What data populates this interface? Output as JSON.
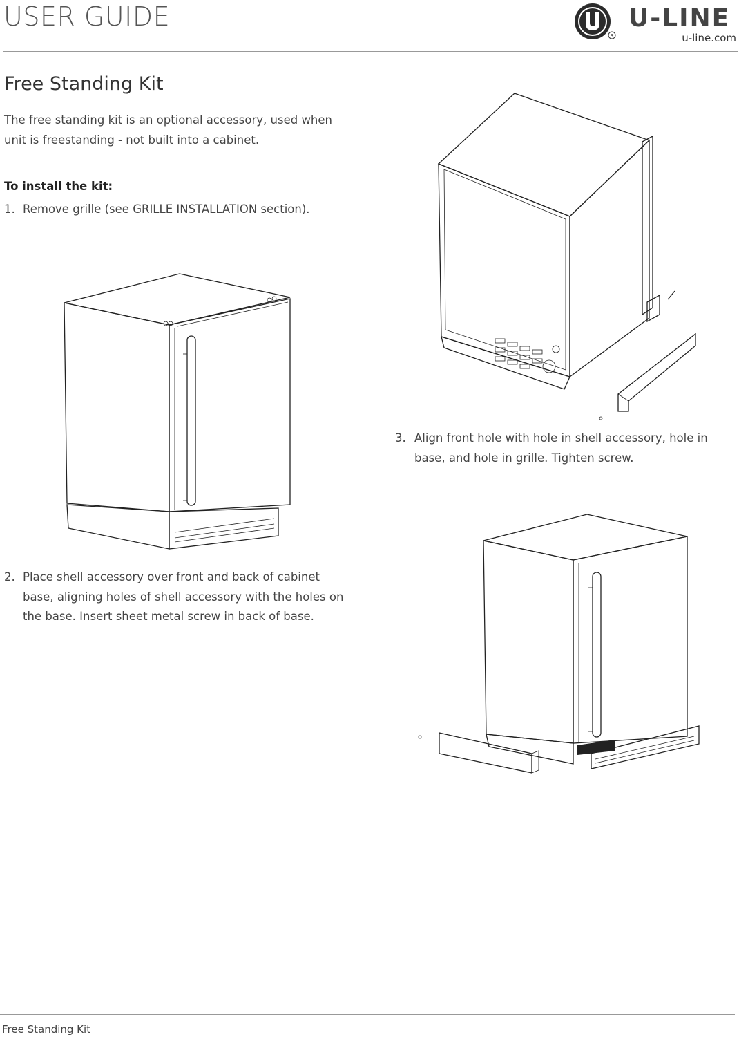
{
  "header": {
    "title": "USER GUIDE",
    "brand": "U-LINE",
    "url": "u-line.com",
    "registered": "®"
  },
  "section": {
    "title": "Free Standing Kit",
    "intro": "The free standing kit is an optional accessory, used when unit is freestanding - not built into a cabinet.",
    "install_heading": "To install the kit:",
    "steps": [
      {
        "num": "1.",
        "text": "Remove grille (see GRILLE INSTALLATION section)."
      },
      {
        "num": "2.",
        "text": "Place shell accessory over front and back of cabinet base, aligning holes of shell accessory with the holes on the base. Insert sheet metal screw in back of base."
      },
      {
        "num": "3.",
        "text": "Align front hole with hole in shell accessory, hole in base, and hole in grille. Tighten screw."
      }
    ]
  },
  "footer": {
    "label": "Free Standing Kit"
  },
  "icons": {
    "logo": "u-line-logo-icon"
  }
}
